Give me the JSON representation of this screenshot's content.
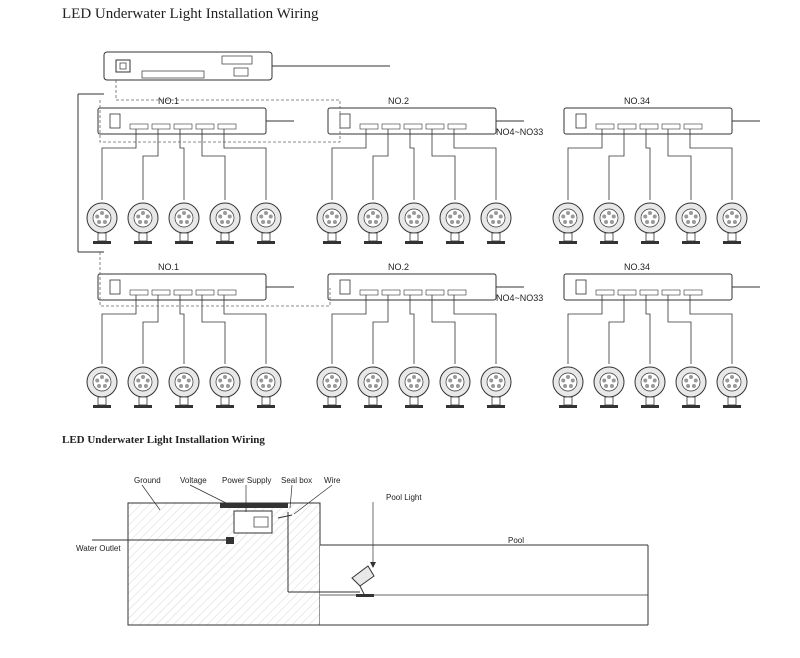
{
  "title": "LED Underwater Light Installation Wiring",
  "subtitle": "LED Underwater Light Installation Wiring",
  "wiring": {
    "controller_labels": [
      "NO.1",
      "NO.2",
      "NO.34"
    ],
    "range_label": "NO4~NO33",
    "lights_per_controller": 5
  },
  "installation": {
    "labels": {
      "ground": "Ground",
      "voltage": "Voltage",
      "power_supply": "Power Supply",
      "seal_box": "Seal box",
      "wire": "Wire",
      "pool_light": "Pool Light",
      "pool": "Pool",
      "water_outlet": "Water Outlet"
    }
  },
  "colors": {
    "line": "#333333",
    "dashed": "#666666",
    "light_fill": "#e8e8e8"
  }
}
